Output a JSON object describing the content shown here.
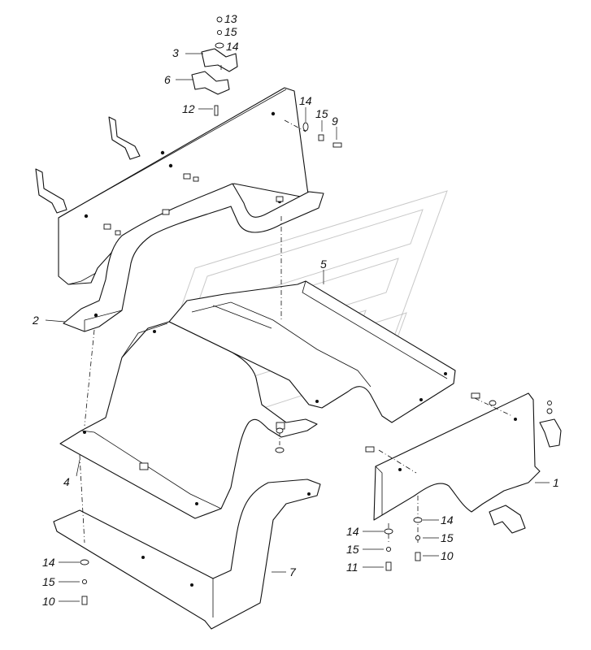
{
  "callouts": {
    "n1": "1",
    "n2": "2",
    "n3": "3",
    "n4": "4",
    "n5": "5",
    "n6": "6",
    "n7": "7",
    "n9": "9",
    "n10": "10",
    "n11": "11",
    "n12": "12",
    "n13": "13",
    "n14": "14",
    "n15": "15"
  },
  "watermark": "logo-watermark"
}
